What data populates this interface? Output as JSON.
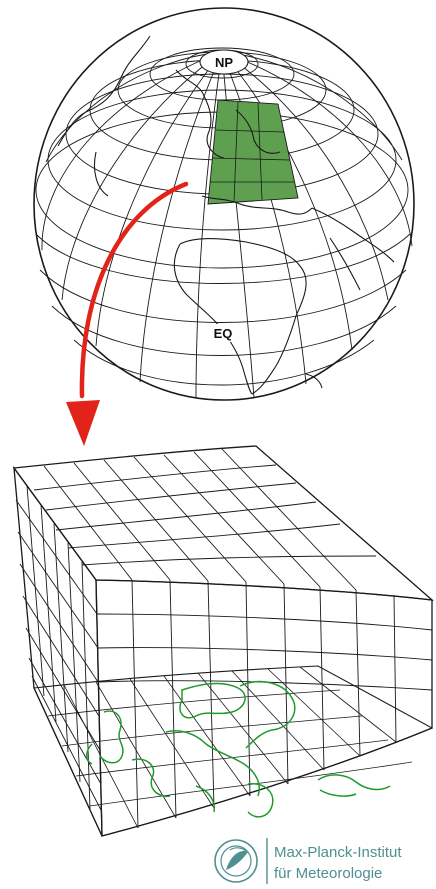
{
  "labels": {
    "north_pole": "NP",
    "equator": "EQ"
  },
  "organization": {
    "line1": "Max-Planck-Institut",
    "line2": "für Meteorologie"
  },
  "colors": {
    "grid": "#1a1a1a",
    "region_fill": "#5ea04f",
    "coastline_box": "#1f9a2e",
    "arrow": "#e2231a",
    "logo": "#4e8f90"
  },
  "icons": {
    "logo": "mpi-logo-icon",
    "arrow": "curved-arrow-icon"
  }
}
